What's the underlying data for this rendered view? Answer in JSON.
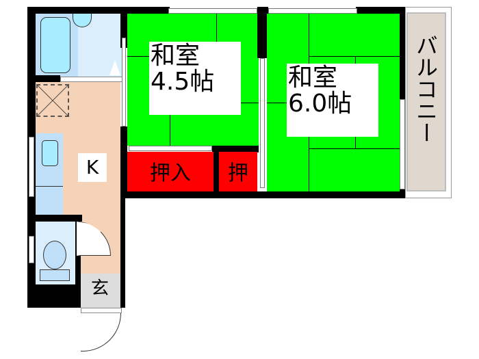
{
  "floor_plan": {
    "rooms": [
      {
        "id": "washitsu-1",
        "name": "和室",
        "size": "4.5帖",
        "type": "japanese-room",
        "color": "#00ff00"
      },
      {
        "id": "washitsu-2",
        "name": "和室",
        "size": "6.0帖",
        "type": "japanese-room",
        "color": "#00ff00"
      },
      {
        "id": "kitchen",
        "name": "K",
        "type": "kitchen",
        "color": "#f5d3b8"
      },
      {
        "id": "entrance",
        "name": "玄",
        "type": "entrance",
        "color": "#dddddd"
      },
      {
        "id": "balcony",
        "name": "バルコニー",
        "type": "balcony",
        "color": "#e0d7cf"
      },
      {
        "id": "closet-large",
        "name": "押入",
        "type": "closet",
        "color": "#ff0000"
      },
      {
        "id": "closet-small",
        "name": "押",
        "type": "closet",
        "color": "#ff0000"
      },
      {
        "id": "bathroom",
        "name": "",
        "type": "bath",
        "color": "#dbeefc"
      },
      {
        "id": "toilet",
        "name": "",
        "type": "toilet",
        "color": "#dbeefc"
      }
    ],
    "labels": {
      "room1_name": "和室",
      "room1_size": "4.5帖",
      "room2_name": "和室",
      "room2_size": "6.0帖",
      "kitchen": "K",
      "entrance": "玄",
      "balcony": "バルコニー",
      "closet_large": "押入",
      "closet_small": "押"
    }
  }
}
